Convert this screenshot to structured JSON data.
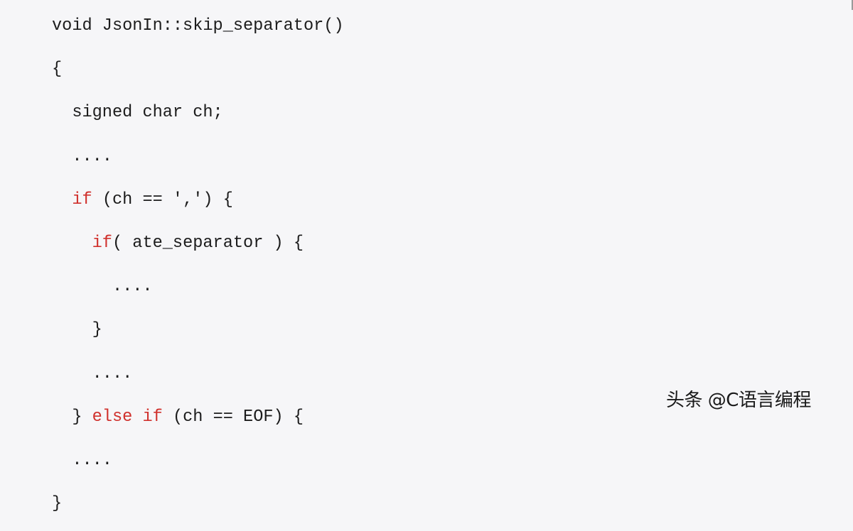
{
  "code": {
    "language": "C++",
    "keyword_color": "#d0312d",
    "text_color": "#1c1c1c",
    "background_color": "#f6f6f8",
    "lines": [
      {
        "indent": 0,
        "segments": [
          {
            "text": "void JsonIn::skip_separator()",
            "kw": false
          }
        ]
      },
      {
        "indent": 0,
        "segments": [
          {
            "text": "{",
            "kw": false
          }
        ]
      },
      {
        "indent": 1,
        "segments": [
          {
            "text": "signed char ch;",
            "kw": false
          }
        ]
      },
      {
        "indent": 1,
        "segments": [
          {
            "text": "....",
            "kw": false
          }
        ]
      },
      {
        "indent": 1,
        "segments": [
          {
            "text": "if",
            "kw": true
          },
          {
            "text": " (ch == ',') {",
            "kw": false
          }
        ]
      },
      {
        "indent": 2,
        "segments": [
          {
            "text": "if",
            "kw": true
          },
          {
            "text": "( ate_separator ) {",
            "kw": false
          }
        ]
      },
      {
        "indent": 3,
        "segments": [
          {
            "text": "....",
            "kw": false
          }
        ]
      },
      {
        "indent": 2,
        "segments": [
          {
            "text": "}",
            "kw": false
          }
        ]
      },
      {
        "indent": 2,
        "segments": [
          {
            "text": "....",
            "kw": false
          }
        ]
      },
      {
        "indent": 1,
        "segments": [
          {
            "text": "} ",
            "kw": false
          },
          {
            "text": "else if",
            "kw": true
          },
          {
            "text": " (ch == EOF) {",
            "kw": false
          }
        ]
      },
      {
        "indent": 1,
        "segments": [
          {
            "text": "....",
            "kw": false
          }
        ]
      },
      {
        "indent": 0,
        "segments": [
          {
            "text": "}",
            "kw": false
          }
        ]
      }
    ]
  },
  "watermark": {
    "text": "头条 @C语言编程"
  }
}
